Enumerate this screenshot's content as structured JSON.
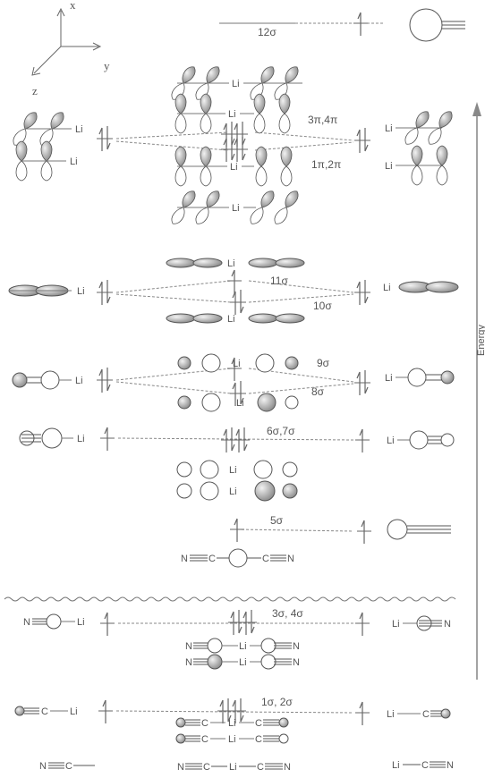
{
  "axes": {
    "x": "x",
    "y": "y",
    "z": "z"
  },
  "energy_label": "Energy",
  "levels": {
    "s12": "12σ",
    "p34": "3π,4π",
    "p12": "1π,2π",
    "s11": "11σ",
    "s10": "10σ",
    "s9": "9σ",
    "s8": "8σ",
    "s67": "6σ,7σ",
    "s5": "5σ",
    "s34": "3σ, 4σ",
    "s12b": "1σ, 2σ"
  },
  "atoms": {
    "li": "Li",
    "c": "C",
    "n": "N"
  }
}
